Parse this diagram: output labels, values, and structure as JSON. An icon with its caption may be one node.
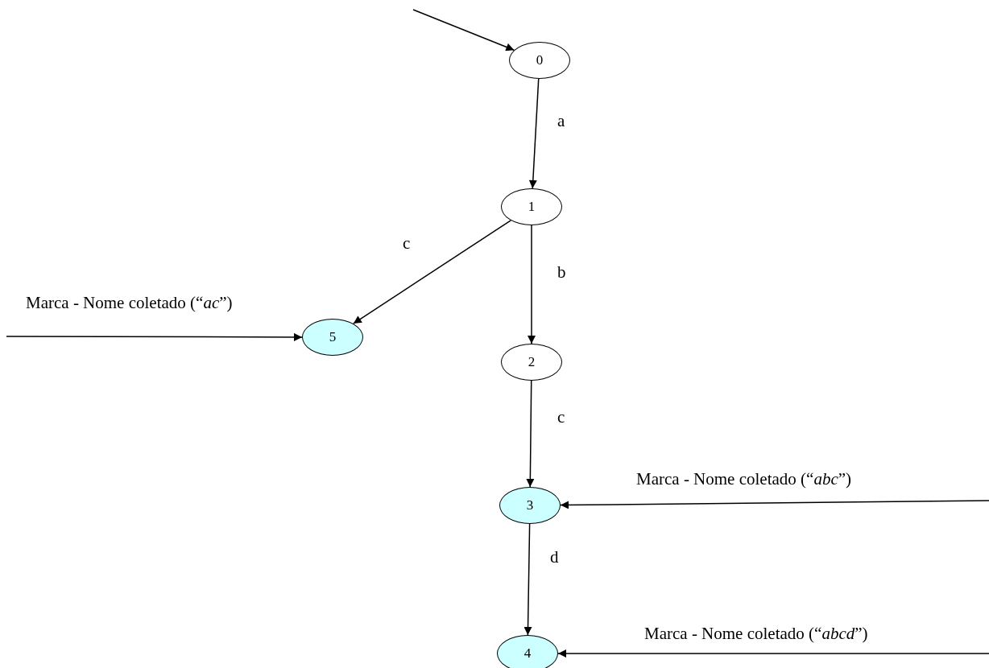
{
  "diagram": {
    "nodes": [
      {
        "text": [
          "0"
        ]
      },
      {
        "text": [
          "1"
        ]
      },
      {
        "text": [
          "2"
        ]
      },
      {
        "text": [
          "3"
        ]
      },
      {
        "text": [
          "4"
        ]
      },
      {
        "text": [
          "5"
        ]
      }
    ],
    "edges": [
      {
        "from": null,
        "to": 0,
        "arrow": "to"
      },
      {
        "from": 0,
        "to": 1,
        "arrow": "to",
        "label": "a"
      },
      {
        "from": 1,
        "to": 5,
        "arrow": "to",
        "label": "c"
      },
      {
        "from": 1,
        "to": 2,
        "arrow": "to",
        "label": "b"
      },
      {
        "from": 2,
        "to": 3,
        "arrow": "to",
        "label": "c"
      },
      {
        "from": 3,
        "to": 4,
        "arrow": "to",
        "label": "d"
      },
      {
        "from": null,
        "to": 5,
        "arrow": "to",
        "label": "Marca - Nome coletado (“*ac*”)"
      },
      {
        "from": null,
        "to": 3,
        "arrow": "to",
        "label": "Marca - Nome coletado (“*abc*”)"
      },
      {
        "from": null,
        "to": 4,
        "arrow": "to",
        "label": "Marca - Nome coletado (“*abcd*”)"
      }
    ]
  }
}
